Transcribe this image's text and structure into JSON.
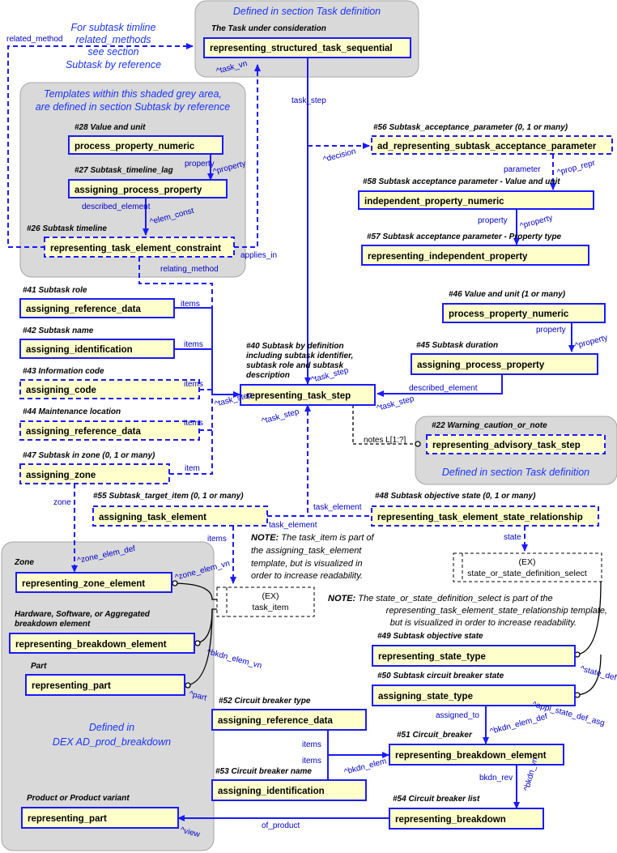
{
  "areas": {
    "top": "Defined in section Task definition",
    "grey1_1": "Templates within this shaded grey area,",
    "grey1_2": "are defined in section Subtask by reference",
    "timeline_1": "For subtask timline",
    "timeline_2": "related_methods",
    "timeline_3": "see section",
    "timeline_4": "Subtask by reference",
    "advisory": "Defined in section Task definition",
    "prod_1": "Defined in",
    "prod_2": "DEX AD_prod_breakdown"
  },
  "headings": {
    "task_under_consideration": "The Task under consideration",
    "h28": "#28 Value and unit",
    "h27": "#27 Subtask_timeline_lag",
    "h26": "#26 Subtask timeline",
    "h56": "#56 Subtask_acceptance_parameter (0, 1 or many)",
    "h58": "#58 Subtask acceptance parameter - Value and unit",
    "h57": "#57 Subtask acceptance parameter - Property type",
    "h41": "#41 Subtask role",
    "h42": "#42 Subtask name",
    "h43": "#43 Information code",
    "h44": "#44 Maintenance location",
    "h47": "#47 Subtask in zone (0, 1 or many)",
    "h46": "#46 Value and unit (1 or many)",
    "h45": "#45 Subtask duration",
    "h40_1": "#40 Subtask by definition",
    "h40_2": "including subtask identifier,",
    "h40_3": "subtask role and subtask",
    "h40_4": "description",
    "h22": "#22 Warning_caution_or_note",
    "h55": "#55 Subtask_target_item (0, 1 or many)",
    "h48": "#48 Subtask objective state (0, 1 or many)",
    "zone": "Zone",
    "hw1": "Hardware, Software, or Aggregated",
    "hw2": "breakdown element",
    "part": "Part",
    "product": "Product or Product variant",
    "h49": "#49 Subtask objective state",
    "h50": "#50 Subtask circuit breaker state",
    "h52": "#52 Circuit breaker type",
    "h53": "#53 Circuit breaker name",
    "h51": "#51 Circuit_breaker",
    "h54": "#54 Circuit breaker list"
  },
  "boxes": {
    "top": "representing_structured_task_sequential",
    "ppn28": "process_property_numeric",
    "app27": "assigning_process_property",
    "rtec": "representing_task_element_constraint",
    "adrsap": "ad_representing_subtask_acceptance_parameter",
    "ipn": "independent_property_numeric",
    "rip": "representing_independent_property",
    "ard41": "assigning_reference_data",
    "ai42": "assigning_identification",
    "ac43": "assigning_code",
    "ard44": "assigning_reference_data",
    "az47": "assigning_zone",
    "ppn46": "process_property_numeric",
    "app45": "assigning_process_property",
    "rts40": "representing_task_step",
    "rats22": "representing_advisory_task_step",
    "ate55": "assigning_task_element",
    "rtesr48": "representing_task_element_state_relationship",
    "rze": "representing_zone_element",
    "rbe_hw": "representing_breakdown_element",
    "rp_zone": "representing_part",
    "rp_prod": "representing_part",
    "rst49": "representing_state_type",
    "ast50": "assigning_state_type",
    "ard52": "assigning_reference_data",
    "ai53": "assigning_identification",
    "rbe51": "representing_breakdown_element",
    "rb54": "representing_breakdown"
  },
  "ex_boxes": {
    "select_ex": "(EX)",
    "select_name": "state_or_state_definition_select",
    "task_item_ex": "(EX)",
    "task_item_name": "task_item"
  },
  "links": {
    "related_method": "related_method",
    "task_vn": "^task_vn",
    "task_step": "task_step",
    "decision": "^decision",
    "parameter": "parameter",
    "prop_repr": "^prop_repr",
    "property58": "property",
    "caret_property58": "^property",
    "property28": "property",
    "caret_property28": "^property",
    "described_element27": "described_element",
    "elem_const": "^elem_const",
    "applies_in": "applies_in",
    "relating_method": "relating_method",
    "items41": "items",
    "items42": "items",
    "items43": "items",
    "items44": "items",
    "item47": "item",
    "task_step_a": "^task_step",
    "task_step_b": "^task_step",
    "task_step_c": "^task_step",
    "task_step_d": "^task_step",
    "property46": "property",
    "caret_property46": "^property",
    "described_element45": "described_element",
    "notes": "notes L[1:?]",
    "zone": "zone",
    "zone_elem_def": "^zone_elem_def",
    "zone_elem_vn": "^zone_elem_vn",
    "task_element_a": "task_element",
    "task_element_b": "task_element",
    "items55": "items",
    "state": "state",
    "bkdn_elem_vn": "^bkdn_elem_vn",
    "part": "^part",
    "state_def": "^state_def",
    "appl_state_def_asg": "^appl_state_def_asg",
    "assigned_to": "assigned_to",
    "bkdn_elem_def": "^bkdn_elem_def",
    "items52": "items",
    "items53": "items",
    "bkdn_elem": "^bkdn_elem",
    "bkdn_rev": "bkdn_rev",
    "bkdn_vn": "^bkdn_vn",
    "of_product": "of_product",
    "view": "^view"
  },
  "notes": {
    "note_label": "NOTE: ",
    "task_item_1": "The task_item is part of",
    "task_item_2": "the assigning_task_element",
    "task_item_3": "template, but is visualized in",
    "task_item_4": "order to increase readability.",
    "state_1": "The state_or_state_definition_select is part of the",
    "state_2": "representing_task_element_state_relationship template,",
    "state_3": "but is visualized in order to increase readability."
  }
}
